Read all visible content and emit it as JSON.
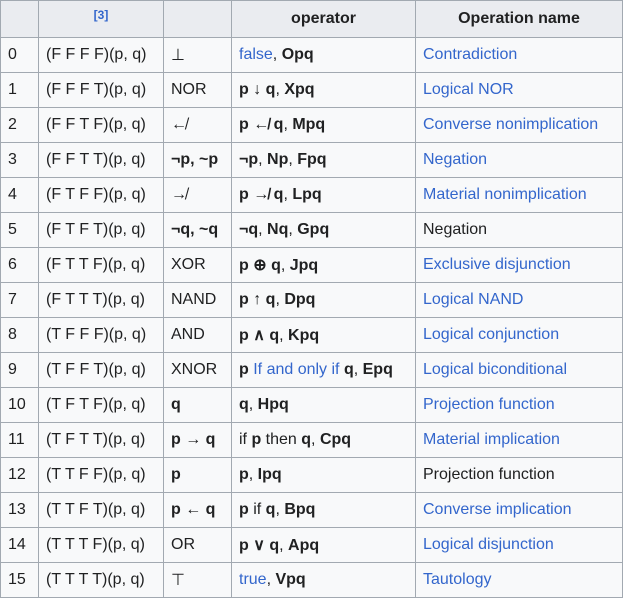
{
  "header": {
    "c0": "",
    "c1_ref": "[3]",
    "c2": "",
    "c3": "operator",
    "c4": "Operation name"
  },
  "rows": [
    {
      "n": "0",
      "fn": "(F F F F)(p, q)",
      "sym": [
        {
          "t": "⊥",
          "b": false
        }
      ],
      "op": [
        {
          "t": "false",
          "c": "link"
        },
        {
          "t": ", "
        },
        {
          "t": "Opq",
          "b": true
        }
      ],
      "name": "Contradiction",
      "name_link": true
    },
    {
      "n": "1",
      "fn": "(F F F T)(p, q)",
      "sym": [
        {
          "t": "NOR",
          "b": false
        }
      ],
      "op": [
        {
          "t": "p ↓ q",
          "b": true
        },
        {
          "t": ", "
        },
        {
          "t": "Xpq",
          "b": true
        }
      ],
      "name": "Logical NOR",
      "name_link": true
    },
    {
      "n": "2",
      "fn": "(F F T F)(p, q)",
      "sym": [
        {
          "t": "↚",
          "b": false
        }
      ],
      "op": [
        {
          "t": "p ↚ q",
          "b": true
        },
        {
          "t": ", "
        },
        {
          "t": "Mpq",
          "b": true
        }
      ],
      "name": "Converse nonimplication",
      "name_link": true
    },
    {
      "n": "3",
      "fn": "(F F T T)(p, q)",
      "sym": [
        {
          "t": "¬p, ~p",
          "b": true
        }
      ],
      "op": [
        {
          "t": "¬p",
          "b": true
        },
        {
          "t": ", "
        },
        {
          "t": "Np",
          "b": true
        },
        {
          "t": ", "
        },
        {
          "t": "Fpq",
          "b": true
        }
      ],
      "name": "Negation",
      "name_link": true
    },
    {
      "n": "4",
      "fn": "(F T F F)(p, q)",
      "sym": [
        {
          "t": "↛",
          "b": false
        }
      ],
      "op": [
        {
          "t": "p ↛ q",
          "b": true
        },
        {
          "t": ", "
        },
        {
          "t": "Lpq",
          "b": true
        }
      ],
      "name": "Material nonimplication",
      "name_link": true
    },
    {
      "n": "5",
      "fn": "(F T F T)(p, q)",
      "sym": [
        {
          "t": "¬q, ~q",
          "b": true
        }
      ],
      "op": [
        {
          "t": "¬q",
          "b": true
        },
        {
          "t": ", "
        },
        {
          "t": "Nq",
          "b": true
        },
        {
          "t": ", "
        },
        {
          "t": "Gpq",
          "b": true
        }
      ],
      "name": "Negation",
      "name_link": false
    },
    {
      "n": "6",
      "fn": "(F T T F)(p, q)",
      "sym": [
        {
          "t": "XOR",
          "b": false
        }
      ],
      "op": [
        {
          "t": "p ⊕ q",
          "b": true
        },
        {
          "t": ", "
        },
        {
          "t": "Jpq",
          "b": true
        }
      ],
      "name": "Exclusive disjunction",
      "name_link": true
    },
    {
      "n": "7",
      "fn": "(F T T T)(p, q)",
      "sym": [
        {
          "t": "NAND",
          "b": false
        }
      ],
      "op": [
        {
          "t": "p ↑ q",
          "b": true
        },
        {
          "t": ", "
        },
        {
          "t": "Dpq",
          "b": true
        }
      ],
      "name": "Logical NAND",
      "name_link": true
    },
    {
      "n": "8",
      "fn": "(T F F F)(p, q)",
      "sym": [
        {
          "t": "AND",
          "b": false
        }
      ],
      "op": [
        {
          "t": "p ∧ q",
          "b": true
        },
        {
          "t": ", "
        },
        {
          "t": "Kpq",
          "b": true
        }
      ],
      "name": "Logical conjunction",
      "name_link": true
    },
    {
      "n": "9",
      "fn": "(T F F T)(p, q)",
      "sym": [
        {
          "t": "XNOR",
          "b": false
        }
      ],
      "op": [
        {
          "t": "p",
          "b": true
        },
        {
          "t": " If and only if ",
          "c": "link"
        },
        {
          "t": "q",
          "b": true
        },
        {
          "t": ", "
        },
        {
          "t": "Epq",
          "b": true
        }
      ],
      "name": "Logical biconditional",
      "name_link": true
    },
    {
      "n": "10",
      "fn": "(T F T F)(p, q)",
      "sym": [
        {
          "t": "q",
          "b": true
        }
      ],
      "op": [
        {
          "t": "q",
          "b": true
        },
        {
          "t": ", "
        },
        {
          "t": "Hpq",
          "b": true
        }
      ],
      "name": "Projection function",
      "name_link": true
    },
    {
      "n": "11",
      "fn": "(T F T T)(p, q)",
      "sym": [
        {
          "t": "p → q",
          "b": true
        }
      ],
      "op": [
        {
          "t": "if "
        },
        {
          "t": "p",
          "b": true
        },
        {
          "t": " then "
        },
        {
          "t": "q",
          "b": true
        },
        {
          "t": ", "
        },
        {
          "t": "Cpq",
          "b": true
        }
      ],
      "name": "Material implication",
      "name_link": true
    },
    {
      "n": "12",
      "fn": "(T T F F)(p, q)",
      "sym": [
        {
          "t": "p",
          "b": true
        }
      ],
      "op": [
        {
          "t": "p",
          "b": true
        },
        {
          "t": ", "
        },
        {
          "t": "Ipq",
          "b": true
        }
      ],
      "name": "Projection function",
      "name_link": false
    },
    {
      "n": "13",
      "fn": "(T T F T)(p, q)",
      "sym": [
        {
          "t": "p ← q",
          "b": true
        }
      ],
      "op": [
        {
          "t": "p",
          "b": true
        },
        {
          "t": " if "
        },
        {
          "t": "q",
          "b": true
        },
        {
          "t": ", "
        },
        {
          "t": "Bpq",
          "b": true
        }
      ],
      "name": "Converse implication",
      "name_link": true
    },
    {
      "n": "14",
      "fn": "(T T T F)(p, q)",
      "sym": [
        {
          "t": "OR",
          "b": false
        }
      ],
      "op": [
        {
          "t": "p ∨ q",
          "b": true
        },
        {
          "t": ", "
        },
        {
          "t": "Apq",
          "b": true
        }
      ],
      "name": "Logical disjunction",
      "name_link": true
    },
    {
      "n": "15",
      "fn": "(T T T T)(p, q)",
      "sym": [
        {
          "t": "⊤",
          "b": false
        }
      ],
      "op": [
        {
          "t": "true",
          "c": "link"
        },
        {
          "t": ", "
        },
        {
          "t": "Vpq",
          "b": true
        }
      ],
      "name": "Tautology",
      "name_link": true
    }
  ],
  "colors": {
    "link": "#3366cc",
    "text": "#202122",
    "header_bg": "#eaecf0",
    "cell_bg": "#f8f9fa",
    "border": "#a2a9b1"
  }
}
